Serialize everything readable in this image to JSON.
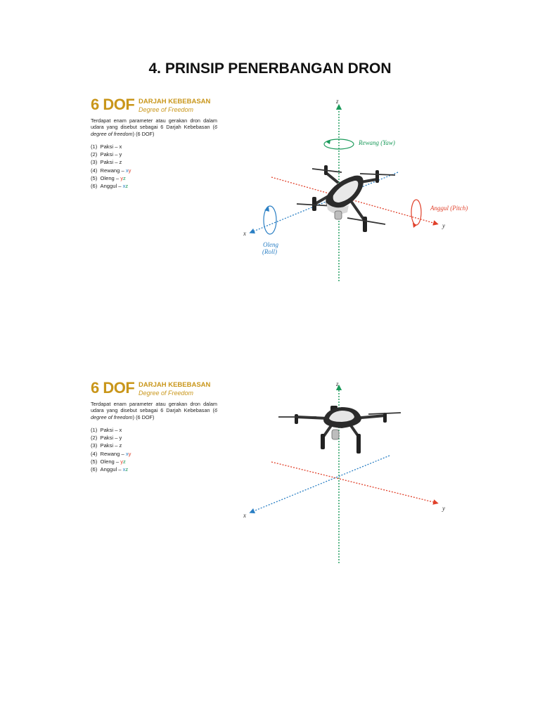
{
  "page": {
    "title": "4. PRINSIP PENERBANGAN DRON"
  },
  "panel": {
    "dof": "6 DOF",
    "darjah": "DARJAH KEBEBASAN",
    "degree": "Degree of Freedom",
    "desc_1": "Terdapat enam parameter atau gerakan dron dalam udara yang disebut sebagai 6 Darjah Kebebasan (",
    "desc_italic": "6 degree of freedom",
    "desc_2": ") (6 DOF)",
    "list": [
      {
        "num": "(1)",
        "name": "Paksi",
        "sep": " – ",
        "axis_a": "x",
        "axis_b": ""
      },
      {
        "num": "(2)",
        "name": "Paksi",
        "sep": " – ",
        "axis_a": "y",
        "axis_b": ""
      },
      {
        "num": "(3)",
        "name": "Paksi",
        "sep": " – ",
        "axis_a": "z",
        "axis_b": ""
      },
      {
        "num": "(4)",
        "name": "Rewang",
        "sep": " – ",
        "axis_a": "x",
        "axis_b": "y"
      },
      {
        "num": "(5)",
        "name": "Oleng",
        "sep": " – ",
        "axis_a": "y",
        "axis_b": "z"
      },
      {
        "num": "(6)",
        "name": "Anggul",
        "sep": " – ",
        "axis_a": "x",
        "axis_b": "z"
      }
    ]
  },
  "diagram": {
    "axis_z": "z",
    "axis_x": "x",
    "axis_y": "y",
    "yaw_label": "Rewang (Yaw)",
    "pitch_label": "Anggul (Pitch)",
    "roll_label_1": "Oleng",
    "roll_label_2": "(Roll)"
  },
  "colors": {
    "gold": "#c9961a",
    "z_axis": "#1a9a5a",
    "x_axis": "#2a7fc4",
    "y_axis": "#e0402a"
  }
}
